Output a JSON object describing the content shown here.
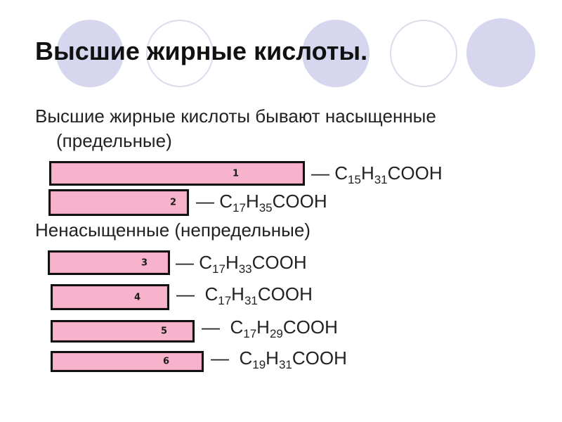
{
  "slide": {
    "title": "Высшие жирные кислоты.",
    "intro_line1": "Высшие жирные кислоты бывают насыщенные",
    "intro_line2": "(предельные)",
    "unsaturated_heading": "Ненасыщенные  (непредельные)",
    "dash": "—",
    "items": [
      {
        "number": "1",
        "formula": {
          "c": "C",
          "c_sub": "15",
          "h": "H",
          "h_sub": "31",
          "tail": "COOH"
        }
      },
      {
        "number": "2",
        "formula": {
          "c": "C",
          "c_sub": "17",
          "h": "H",
          "h_sub": "35",
          "tail": "COOH"
        }
      },
      {
        "number": "3",
        "formula": {
          "c": "C",
          "c_sub": "17",
          "h": "H",
          "h_sub": "33",
          "tail": "COOH"
        }
      },
      {
        "number": "4",
        "formula": {
          "c": "C",
          "c_sub": "17",
          "h": "H",
          "h_sub": "31",
          "tail": "COOH"
        }
      },
      {
        "number": "5",
        "formula": {
          "c": "C",
          "c_sub": "17",
          "h": "H",
          "h_sub": "29",
          "tail": "COOH"
        }
      },
      {
        "number": "6",
        "formula": {
          "c": "C",
          "c_sub": "19",
          "h": "H",
          "h_sub": "31",
          "tail": "COOH"
        }
      }
    ]
  },
  "colors": {
    "box_fill": "#f7b3cc",
    "box_border": "#111111",
    "decor_filled": "#d6d6ee",
    "decor_outline": "#dcdcec"
  }
}
